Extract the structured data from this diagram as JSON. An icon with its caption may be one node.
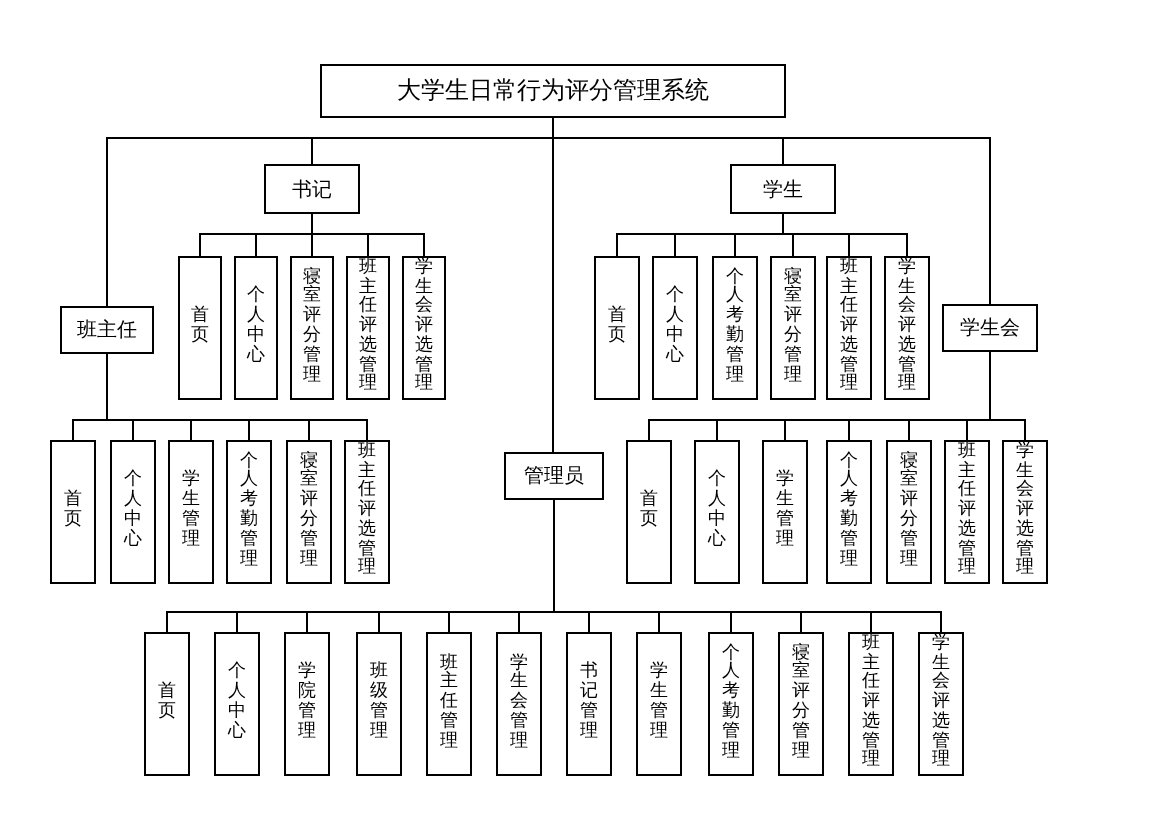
{
  "diagram": {
    "nodes": [
      {
        "text": [
          "大学生日常行为评分管理系统"
        ]
      },
      {
        "text": [
          "书记"
        ]
      },
      {
        "text": [
          "首页"
        ]
      },
      {
        "text": [
          "个人中心"
        ]
      },
      {
        "text": [
          "寝室评分管理"
        ]
      },
      {
        "text": [
          "班主任评选管理"
        ]
      },
      {
        "text": [
          "学生会评选管理"
        ]
      },
      {
        "text": [
          "学生"
        ]
      },
      {
        "text": [
          "首页"
        ]
      },
      {
        "text": [
          "个人中心"
        ]
      },
      {
        "text": [
          "个人考勤管理"
        ]
      },
      {
        "text": [
          "寝室评分管理"
        ]
      },
      {
        "text": [
          "班主任评选管理"
        ]
      },
      {
        "text": [
          "学生会评选管理"
        ]
      },
      {
        "text": [
          "班主任"
        ]
      },
      {
        "text": [
          "首页"
        ]
      },
      {
        "text": [
          "个人中心"
        ]
      },
      {
        "text": [
          "学生管理"
        ]
      },
      {
        "text": [
          "个人考勤管理"
        ]
      },
      {
        "text": [
          "寝室评分管理"
        ]
      },
      {
        "text": [
          "班主任评选管理"
        ]
      },
      {
        "text": [
          "学生会"
        ]
      },
      {
        "text": [
          "首页"
        ]
      },
      {
        "text": [
          "个人中心"
        ]
      },
      {
        "text": [
          "学生管理"
        ]
      },
      {
        "text": [
          "个人考勤管理"
        ]
      },
      {
        "text": [
          "寝室评分管理"
        ]
      },
      {
        "text": [
          "班主任评选管理"
        ]
      },
      {
        "text": [
          "学生会评选管理"
        ]
      },
      {
        "text": [
          "管理员"
        ]
      },
      {
        "text": [
          "首页"
        ]
      },
      {
        "text": [
          "个人中心"
        ]
      },
      {
        "text": [
          "学院管理"
        ]
      },
      {
        "text": [
          "班级管理"
        ]
      },
      {
        "text": [
          "班主任管理"
        ]
      },
      {
        "text": [
          "学生会管理"
        ]
      },
      {
        "text": [
          "书记管理"
        ]
      },
      {
        "text": [
          "学生管理"
        ]
      },
      {
        "text": [
          "个人考勤管理"
        ]
      },
      {
        "text": [
          "寝室评分管理"
        ]
      },
      {
        "text": [
          "班主任评选管理"
        ]
      },
      {
        "text": [
          "学生会评选管理"
        ]
      }
    ],
    "edges": [
      {
        "from": 0,
        "to": 1,
        "arrow": "none"
      },
      {
        "from": 0,
        "to": 7,
        "arrow": "none"
      },
      {
        "from": 0,
        "to": 14,
        "arrow": "none"
      },
      {
        "from": 0,
        "to": 21,
        "arrow": "none"
      },
      {
        "from": 0,
        "to": 29,
        "arrow": "none"
      },
      {
        "from": 1,
        "to": 2,
        "arrow": "none"
      },
      {
        "from": 1,
        "to": 3,
        "arrow": "none"
      },
      {
        "from": 1,
        "to": 4,
        "arrow": "none"
      },
      {
        "from": 1,
        "to": 5,
        "arrow": "none"
      },
      {
        "from": 1,
        "to": 6,
        "arrow": "none"
      },
      {
        "from": 7,
        "to": 8,
        "arrow": "none"
      },
      {
        "from": 7,
        "to": 9,
        "arrow": "none"
      },
      {
        "from": 7,
        "to": 10,
        "arrow": "none"
      },
      {
        "from": 7,
        "to": 11,
        "arrow": "none"
      },
      {
        "from": 7,
        "to": 12,
        "arrow": "none"
      },
      {
        "from": 7,
        "to": 13,
        "arrow": "none"
      },
      {
        "from": 14,
        "to": 15,
        "arrow": "none"
      },
      {
        "from": 14,
        "to": 16,
        "arrow": "none"
      },
      {
        "from": 14,
        "to": 17,
        "arrow": "none"
      },
      {
        "from": 14,
        "to": 18,
        "arrow": "none"
      },
      {
        "from": 14,
        "to": 19,
        "arrow": "none"
      },
      {
        "from": 14,
        "to": 20,
        "arrow": "none"
      },
      {
        "from": 21,
        "to": 22,
        "arrow": "none"
      },
      {
        "from": 21,
        "to": 23,
        "arrow": "none"
      },
      {
        "from": 21,
        "to": 24,
        "arrow": "none"
      },
      {
        "from": 21,
        "to": 25,
        "arrow": "none"
      },
      {
        "from": 21,
        "to": 26,
        "arrow": "none"
      },
      {
        "from": 21,
        "to": 27,
        "arrow": "none"
      },
      {
        "from": 21,
        "to": 28,
        "arrow": "none"
      },
      {
        "from": 29,
        "to": 30,
        "arrow": "none"
      },
      {
        "from": 29,
        "to": 31,
        "arrow": "none"
      },
      {
        "from": 29,
        "to": 32,
        "arrow": "none"
      },
      {
        "from": 29,
        "to": 33,
        "arrow": "none"
      },
      {
        "from": 29,
        "to": 34,
        "arrow": "none"
      },
      {
        "from": 29,
        "to": 35,
        "arrow": "none"
      },
      {
        "from": 29,
        "to": 36,
        "arrow": "none"
      },
      {
        "from": 29,
        "to": 37,
        "arrow": "none"
      },
      {
        "from": 29,
        "to": 38,
        "arrow": "none"
      },
      {
        "from": 29,
        "to": 39,
        "arrow": "none"
      },
      {
        "from": 29,
        "to": 40,
        "arrow": "none"
      },
      {
        "from": 29,
        "to": 41,
        "arrow": "none"
      }
    ]
  }
}
